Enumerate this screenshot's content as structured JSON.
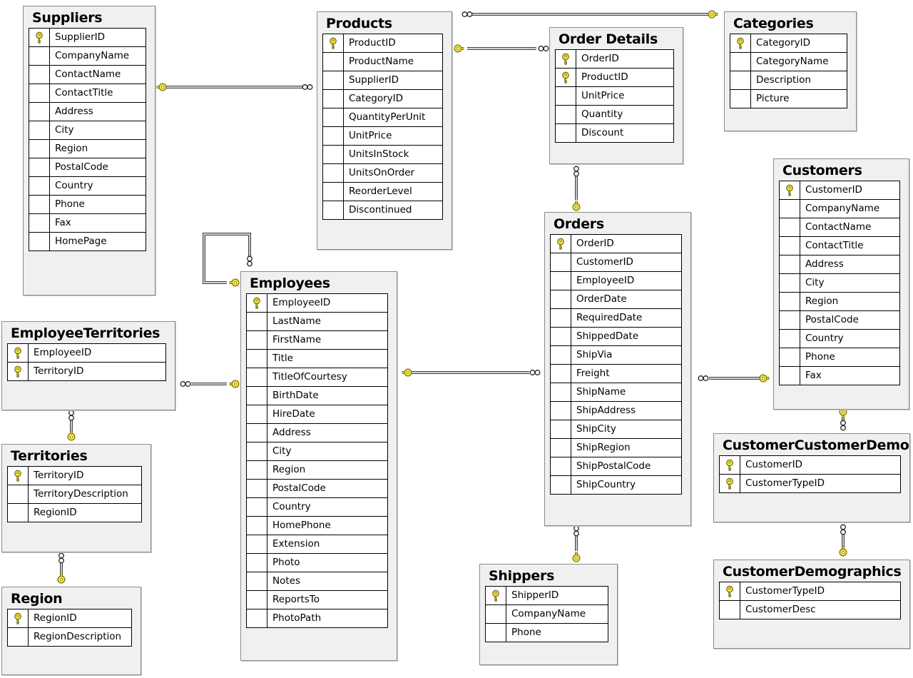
{
  "tables": {
    "suppliers": {
      "title": "Suppliers",
      "columns": [
        {
          "name": "SupplierID",
          "pk": true
        },
        {
          "name": "CompanyName"
        },
        {
          "name": "ContactName"
        },
        {
          "name": "ContactTitle"
        },
        {
          "name": "Address"
        },
        {
          "name": "City"
        },
        {
          "name": "Region"
        },
        {
          "name": "PostalCode"
        },
        {
          "name": "Country"
        },
        {
          "name": "Phone"
        },
        {
          "name": "Fax"
        },
        {
          "name": "HomePage"
        }
      ]
    },
    "products": {
      "title": "Products",
      "columns": [
        {
          "name": "ProductID",
          "pk": true
        },
        {
          "name": "ProductName"
        },
        {
          "name": "SupplierID"
        },
        {
          "name": "CategoryID"
        },
        {
          "name": "QuantityPerUnit"
        },
        {
          "name": "UnitPrice"
        },
        {
          "name": "UnitsInStock"
        },
        {
          "name": "UnitsOnOrder"
        },
        {
          "name": "ReorderLevel"
        },
        {
          "name": "Discontinued"
        }
      ]
    },
    "order_details": {
      "title": "Order Details",
      "columns": [
        {
          "name": "OrderID",
          "pk": true
        },
        {
          "name": "ProductID",
          "pk": true
        },
        {
          "name": "UnitPrice"
        },
        {
          "name": "Quantity"
        },
        {
          "name": "Discount"
        }
      ]
    },
    "categories": {
      "title": "Categories",
      "columns": [
        {
          "name": "CategoryID",
          "pk": true
        },
        {
          "name": "CategoryName"
        },
        {
          "name": "Description"
        },
        {
          "name": "Picture"
        }
      ]
    },
    "customers": {
      "title": "Customers",
      "columns": [
        {
          "name": "CustomerID",
          "pk": true
        },
        {
          "name": "CompanyName"
        },
        {
          "name": "ContactName"
        },
        {
          "name": "ContactTitle"
        },
        {
          "name": "Address"
        },
        {
          "name": "City"
        },
        {
          "name": "Region"
        },
        {
          "name": "PostalCode"
        },
        {
          "name": "Country"
        },
        {
          "name": "Phone"
        },
        {
          "name": "Fax"
        }
      ]
    },
    "orders": {
      "title": "Orders",
      "columns": [
        {
          "name": "OrderID",
          "pk": true
        },
        {
          "name": "CustomerID"
        },
        {
          "name": "EmployeeID"
        },
        {
          "name": "OrderDate"
        },
        {
          "name": "RequiredDate"
        },
        {
          "name": "ShippedDate"
        },
        {
          "name": "ShipVia"
        },
        {
          "name": "Freight"
        },
        {
          "name": "ShipName"
        },
        {
          "name": "ShipAddress"
        },
        {
          "name": "ShipCity"
        },
        {
          "name": "ShipRegion"
        },
        {
          "name": "ShipPostalCode"
        },
        {
          "name": "ShipCountry"
        }
      ]
    },
    "employees": {
      "title": "Employees",
      "columns": [
        {
          "name": "EmployeeID",
          "pk": true
        },
        {
          "name": "LastName"
        },
        {
          "name": "FirstName"
        },
        {
          "name": "Title"
        },
        {
          "name": "TitleOfCourtesy"
        },
        {
          "name": "BirthDate"
        },
        {
          "name": "HireDate"
        },
        {
          "name": "Address"
        },
        {
          "name": "City"
        },
        {
          "name": "Region"
        },
        {
          "name": "PostalCode"
        },
        {
          "name": "Country"
        },
        {
          "name": "HomePhone"
        },
        {
          "name": "Extension"
        },
        {
          "name": "Photo"
        },
        {
          "name": "Notes"
        },
        {
          "name": "ReportsTo"
        },
        {
          "name": "PhotoPath"
        }
      ]
    },
    "employee_territories": {
      "title": "EmployeeTerritories",
      "columns": [
        {
          "name": "EmployeeID",
          "pk": true
        },
        {
          "name": "TerritoryID",
          "pk": true
        }
      ]
    },
    "territories": {
      "title": "Territories",
      "columns": [
        {
          "name": "TerritoryID",
          "pk": true
        },
        {
          "name": "TerritoryDescription"
        },
        {
          "name": "RegionID"
        }
      ]
    },
    "region": {
      "title": "Region",
      "columns": [
        {
          "name": "RegionID",
          "pk": true
        },
        {
          "name": "RegionDescription"
        }
      ]
    },
    "shippers": {
      "title": "Shippers",
      "columns": [
        {
          "name": "ShipperID",
          "pk": true
        },
        {
          "name": "CompanyName"
        },
        {
          "name": "Phone"
        }
      ]
    },
    "customer_customer_demo": {
      "title": "CustomerCustomerDemo",
      "columns": [
        {
          "name": "CustomerID",
          "pk": true
        },
        {
          "name": "CustomerTypeID",
          "pk": true
        }
      ]
    },
    "customer_demographics": {
      "title": "CustomerDemographics",
      "columns": [
        {
          "name": "CustomerTypeID",
          "pk": true
        },
        {
          "name": "CustomerDesc"
        }
      ]
    }
  },
  "relationships": [
    {
      "many": "products",
      "one": "suppliers"
    },
    {
      "many": "products",
      "one": "categories"
    },
    {
      "many": "order_details",
      "one": "products"
    },
    {
      "many": "order_details",
      "one": "orders"
    },
    {
      "many": "orders",
      "one": "customers"
    },
    {
      "many": "orders",
      "one": "employees"
    },
    {
      "many": "orders",
      "one": "shippers"
    },
    {
      "many": "employees",
      "one": "employees"
    },
    {
      "many": "employee_territories",
      "one": "employees"
    },
    {
      "many": "employee_territories",
      "one": "territories"
    },
    {
      "many": "territories",
      "one": "region"
    },
    {
      "many": "customer_customer_demo",
      "one": "customers"
    },
    {
      "many": "customer_customer_demo",
      "one": "customer_demographics"
    }
  ],
  "colors": {
    "key_fill": "#f2e33a",
    "key_stroke": "#6b6200",
    "line": "#444444",
    "table_bg": "#f0f0f0"
  }
}
